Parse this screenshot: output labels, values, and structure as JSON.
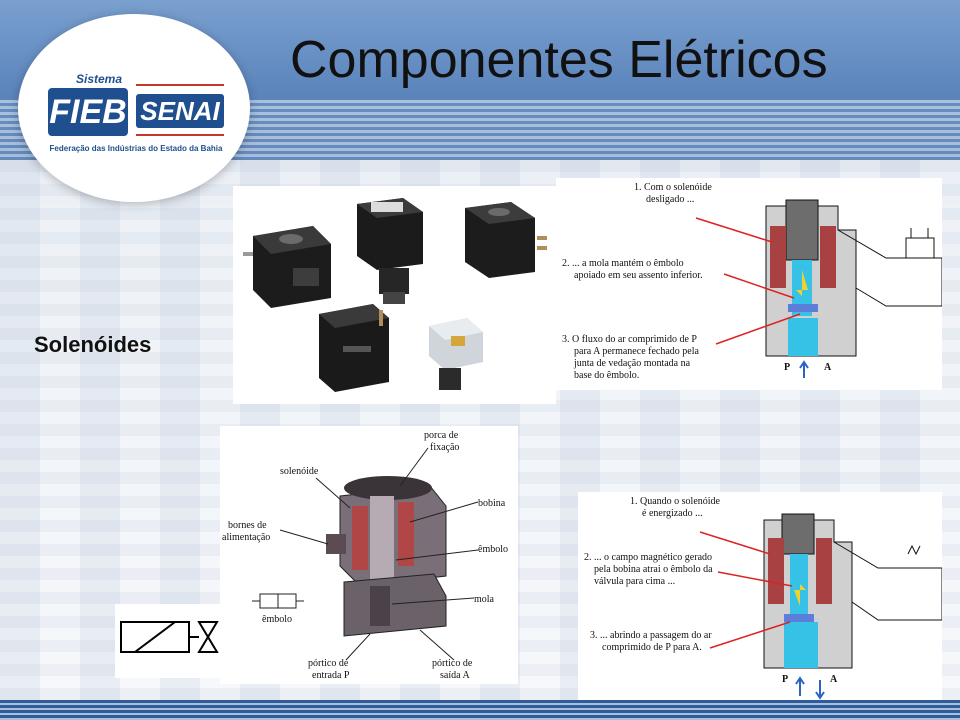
{
  "slide": {
    "title": "Componentes Elétricos",
    "subtitle": "Solenóides"
  },
  "logo": {
    "sistema": "Sistema",
    "fieb": "FIEB",
    "senai": "SENAI",
    "federacao": "Federação das Indústrias do Estado da Bahia"
  },
  "diagram_top": {
    "label1_line1": "1. Com o solenóide",
    "label1_line2": "desligado ...",
    "label2_line1": "2. ... a mola mantém o êmbolo",
    "label2_line2": "apoiado em seu assento inferior.",
    "label3_line1": "3. O fluxo do ar comprimido de P",
    "label3_line2": "para A permanece fechado pela",
    "label3_line3": "junta de vedação montada na",
    "label3_line4": "base do êmbolo.",
    "port_p": "P",
    "port_a": "A"
  },
  "diagram_bottom": {
    "label1_line1": "1. Quando o solenóide",
    "label1_line2": "é energizado ...",
    "label2_line1": "2. ... o campo magnético gerado",
    "label2_line2": "pela bobina atrai o êmbolo da",
    "label2_line3": "válvula para cima ...",
    "label3_line1": "3. ... abrindo a passagem do ar",
    "label3_line2": "comprimido de P para A.",
    "port_p": "P",
    "port_a": "A"
  },
  "valve_photo": {
    "porca_line1": "porca de",
    "porca_line2": "fixação",
    "solenoide": "solenóide",
    "bobina": "bobina",
    "bornes_line1": "bornes de",
    "bornes_line2": "alimentação",
    "embolo": "êmbolo",
    "mola": "mola",
    "entrada_line1": "pórtico de",
    "entrada_line2": "entrada P",
    "saida_line1": "pórtico de",
    "saida_line2": "saída A",
    "symbol_caption": "êmbolo"
  },
  "colors": {
    "header_blue": "#5d86bd",
    "logo_blue": "#1f4f8f",
    "accent_red": "#c0392b",
    "coil_red": "#b23a3a",
    "air_blue": "#33c3e8"
  }
}
